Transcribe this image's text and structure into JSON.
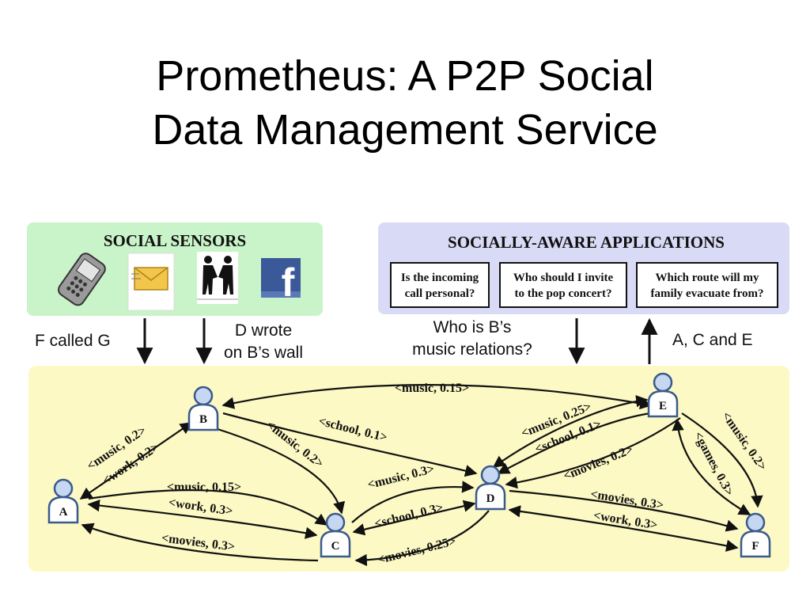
{
  "slide": {
    "title_line1": "Prometheus: A P2P Social",
    "title_line2": "Data Management Service"
  },
  "sensors": {
    "title": "SOCIAL SENSORS",
    "icons": [
      "phone-icon",
      "envelope-icon",
      "handshake-icon",
      "facebook-icon"
    ],
    "facebook_letter": "f"
  },
  "applications": {
    "title": "SOCIALLY-AWARE APPLICATIONS",
    "boxes": [
      {
        "line1": "Is the incoming",
        "line2": "call personal?"
      },
      {
        "line1": "Who should I invite",
        "line2": "to the pop concert?"
      },
      {
        "line1": "Which route will my",
        "line2": "family evacuate from?"
      }
    ]
  },
  "flows": {
    "f_called_g": "F called G",
    "d_wrote_line1": "D wrote",
    "d_wrote_line2": "on B’s wall",
    "who_is_line1": "Who is B’s",
    "who_is_line2": "music relations?",
    "ace": "A, C and E"
  },
  "nodes": [
    "A",
    "B",
    "C",
    "D",
    "E",
    "F"
  ],
  "edges": [
    {
      "label": "<music, 0.2>"
    },
    {
      "label": "<work, 0.2>"
    },
    {
      "label": "<music, 0.15>"
    },
    {
      "label": "<work, 0.3>"
    },
    {
      "label": "<movies, 0.3>"
    },
    {
      "label": "<music, 0.15>"
    },
    {
      "label": "<school, 0.1>"
    },
    {
      "label": "<music, 0.2>"
    },
    {
      "label": "<music, 0.3>"
    },
    {
      "label": "<school, 0.3>"
    },
    {
      "label": "<movies, 0.25>"
    },
    {
      "label": "<music, 0.25>"
    },
    {
      "label": "<school, 0.1>"
    },
    {
      "label": "<movies, 0.2>"
    },
    {
      "label": "<music, 0.2>"
    },
    {
      "label": "<games, 0.3>"
    },
    {
      "label": "<movies, 0.3>"
    },
    {
      "label": "<work, 0.3>"
    }
  ],
  "colors": {
    "sensors_bg": "#c9f3c9",
    "apps_bg": "#d9daf6",
    "graph_bg": "#fdf9c4",
    "node_fill": "#c6d8f1",
    "node_stroke": "#3a5a8c",
    "facebook_blue": "#3b5998"
  }
}
